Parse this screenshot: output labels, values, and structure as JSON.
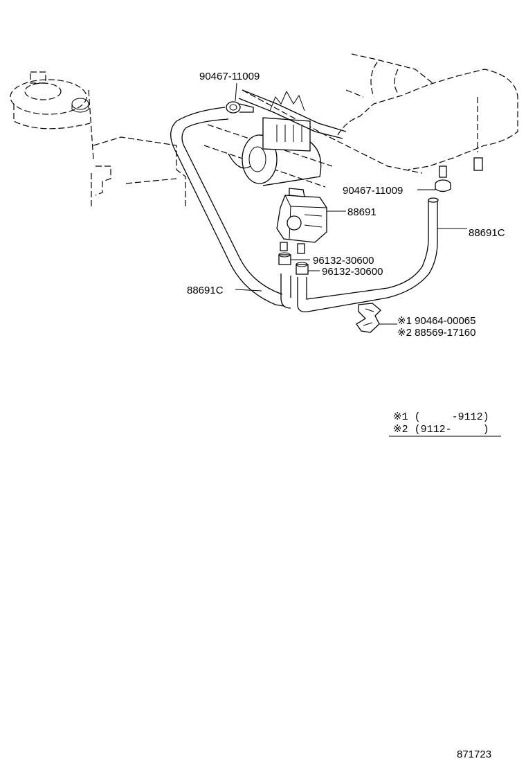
{
  "diagram": {
    "labels": {
      "clamp_top": "90467-11009",
      "clamp_right": "90467-11009",
      "vsv": "88691",
      "hose_right": "88691C",
      "hose_left": "88691C",
      "clip_upper": "96132-30600",
      "clip_lower": "96132-30600",
      "bracket_1": "※1 90464-00065",
      "bracket_2": "※2 88569-17160"
    },
    "legend": {
      "line1": "※1 (     -9112)",
      "line2": "※2 (9112-     )"
    },
    "figure_number": "871723"
  }
}
